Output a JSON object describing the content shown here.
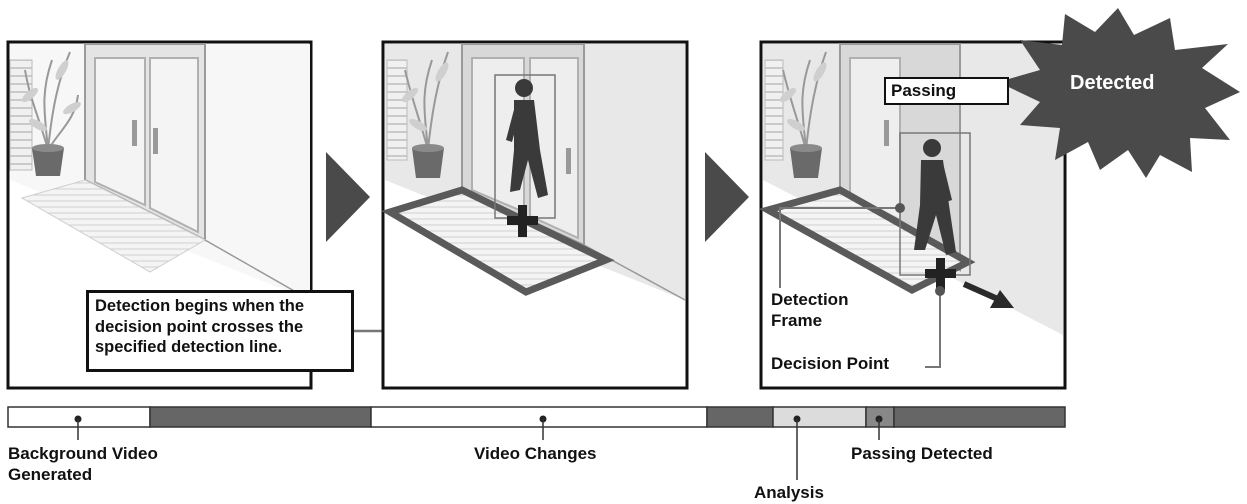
{
  "callout": {
    "lines": [
      "Detection begins when the",
      "decision point crosses the",
      "specified detection line."
    ]
  },
  "panel3": {
    "passing_label": "Passing",
    "detected_label": "Detected",
    "detection_frame_label": [
      "Detection",
      "Frame"
    ],
    "decision_point_label": "Decision Point"
  },
  "timeline": {
    "segments": [
      "white",
      "dark",
      "white",
      "dark",
      "light",
      "dark",
      "dark"
    ],
    "labels": {
      "background": [
        "Background Video",
        "Generated"
      ],
      "video_changes": "Video Changes",
      "analysis": "Analysis",
      "passing_detected": "Passing Detected"
    }
  },
  "colors": {
    "outline": "#111111",
    "dark_gray": "#5a5a5a",
    "timeline_dark": "#666666",
    "timeline_light": "#dcdcdc",
    "starburst": "#4a4a4a",
    "arrow": "#4a4a4a",
    "wall": "#e6e6e6"
  }
}
